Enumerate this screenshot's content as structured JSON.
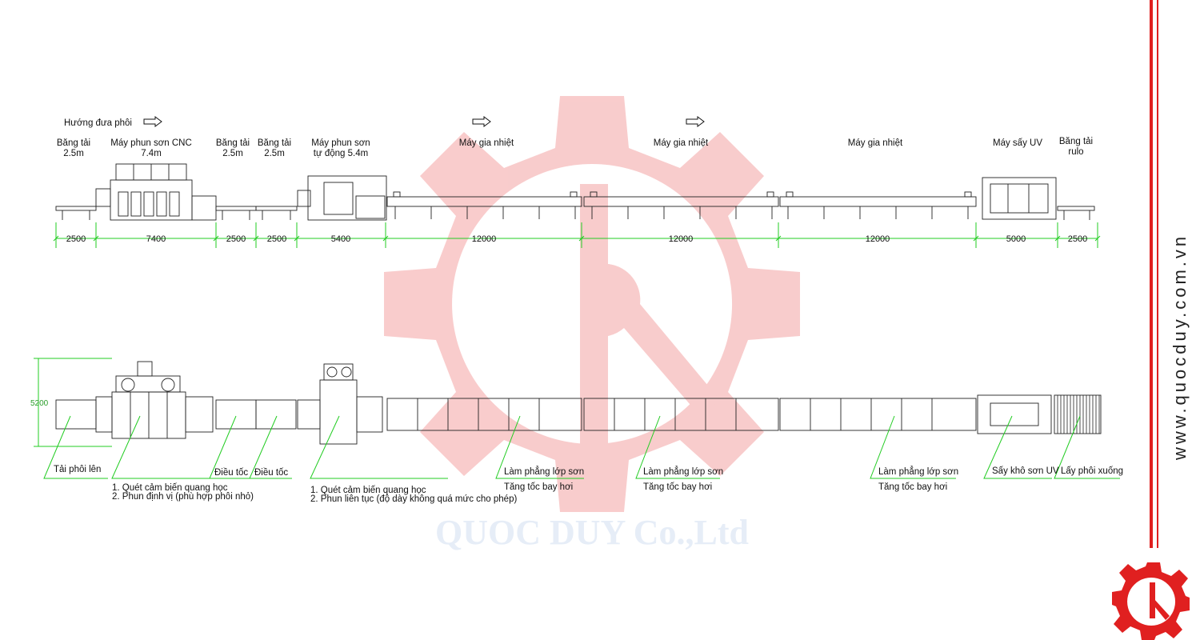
{
  "direction_label": "Hướng đưa phôi",
  "colors": {
    "dimension": "#22cc22",
    "watermark_gear": "#f7b5b5",
    "brand_red": "#e02020",
    "line": "#222222"
  },
  "machines": [
    {
      "label": [
        "Băng tải",
        "2.5m"
      ],
      "dimension": "2500"
    },
    {
      "label": [
        "Máy phun sơn CNC",
        "7.4m"
      ],
      "dimension": "7400"
    },
    {
      "label": [
        "Băng tải",
        "2.5m"
      ],
      "dimension": "2500"
    },
    {
      "label": [
        "Băng tải",
        "2.5m"
      ],
      "dimension": "2500"
    },
    {
      "label": [
        "Máy phun sơn",
        "tự động 5.4m"
      ],
      "dimension": "5400"
    },
    {
      "label": [
        "Máy gia nhiệt"
      ],
      "dimension": "12000"
    },
    {
      "label": [
        "Máy gia nhiệt"
      ],
      "dimension": "12000"
    },
    {
      "label": [
        "Máy gia nhiệt"
      ],
      "dimension": "12000"
    },
    {
      "label": [
        "Máy sấy UV"
      ],
      "dimension": "5000"
    },
    {
      "label": [
        "Băng tải",
        "rulo"
      ],
      "dimension": "2500"
    }
  ],
  "width_dimension": "5200",
  "callouts": {
    "load": "Tải phôi lên",
    "cnc_note_1": "1. Quét cảm biến quang học",
    "cnc_note_2": "2. Phun định vị (phù hợp phôi nhỏ)",
    "speed_1": "Điều tốc",
    "speed_2": "Điều tốc",
    "auto_note_1": "1. Quét cảm biến quang học",
    "auto_note_2": "2. Phun liên tục (độ dày không quá mức cho phép)",
    "heat1_a": "Làm phẳng lớp sơn",
    "heat1_b": "Tăng tốc bay hơi",
    "heat2_a": "Làm phẳng lớp sơn",
    "heat2_b": "Tăng tốc bay hơi",
    "heat3_a": "Làm phẳng lớp sơn",
    "heat3_b": "Tăng tốc bay hơi",
    "uv": "Sấy khô sơn UV",
    "unload": "Lấy phôi xuống"
  },
  "watermark_text": "QUOC DUY Co.,Ltd",
  "website": "www.quocduy.com.vn"
}
